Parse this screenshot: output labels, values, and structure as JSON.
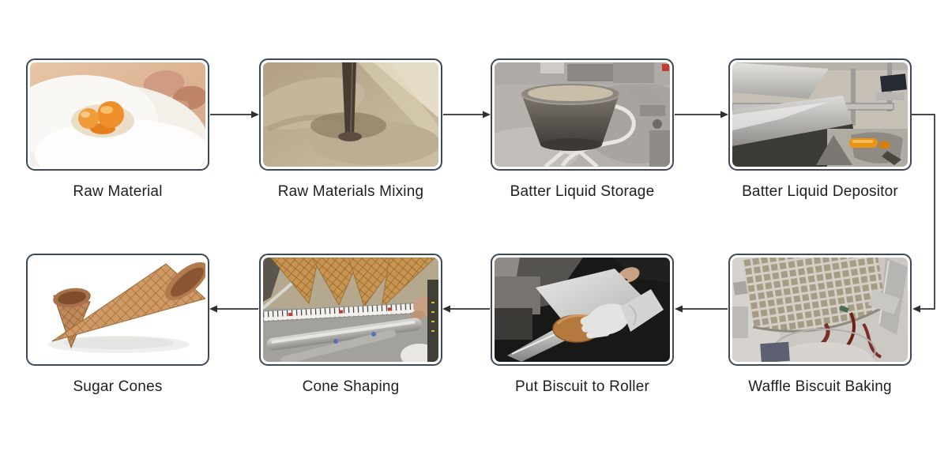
{
  "diagram": {
    "type": "process-flow",
    "subject": "sugar cone production line",
    "background_color": "#ffffff",
    "box_border_color": "#3e4a57",
    "connector_color": "#2f2f2f",
    "label_color": "#1f1f1f"
  },
  "flow": {
    "steps": [
      {
        "order": 1,
        "label": "Raw Material",
        "image": "flour-with-egg-yolks-and-shells-photo",
        "row": 1,
        "col": 1
      },
      {
        "order": 2,
        "label": "Raw Materials Mixing",
        "image": "batter-being-mixed-photo",
        "row": 1,
        "col": 2
      },
      {
        "order": 3,
        "label": "Batter Liquid Storage",
        "image": "stainless-steel-tank-photo",
        "row": 1,
        "col": 3
      },
      {
        "order": 4,
        "label": "Batter Liquid Depositor",
        "image": "depositor-machine-photo",
        "row": 1,
        "col": 4
      },
      {
        "order": 5,
        "label": "Waffle Biscuit Baking",
        "image": "waffle-baking-plate-photo",
        "row": 2,
        "col": 4
      },
      {
        "order": 6,
        "label": "Put Biscuit to Roller",
        "image": "gloved-hand-biscuit-on-cone-roller-photo",
        "row": 2,
        "col": 3
      },
      {
        "order": 7,
        "label": "Cone Shaping",
        "image": "cones-measuring-tape-machine-photo",
        "row": 2,
        "col": 2
      },
      {
        "order": 8,
        "label": "Sugar Cones",
        "image": "finished-sugar-cones-photo",
        "row": 2,
        "col": 1
      }
    ],
    "connections": [
      {
        "from": 1,
        "to": 2,
        "shape": "straight",
        "direction": "right"
      },
      {
        "from": 2,
        "to": 3,
        "shape": "straight",
        "direction": "right"
      },
      {
        "from": 3,
        "to": 4,
        "shape": "straight",
        "direction": "right"
      },
      {
        "from": 4,
        "to": 5,
        "shape": "elbow",
        "direction": "right-down-left"
      },
      {
        "from": 5,
        "to": 6,
        "shape": "straight",
        "direction": "left"
      },
      {
        "from": 6,
        "to": 7,
        "shape": "straight",
        "direction": "left"
      },
      {
        "from": 7,
        "to": 8,
        "shape": "straight",
        "direction": "left"
      }
    ]
  }
}
